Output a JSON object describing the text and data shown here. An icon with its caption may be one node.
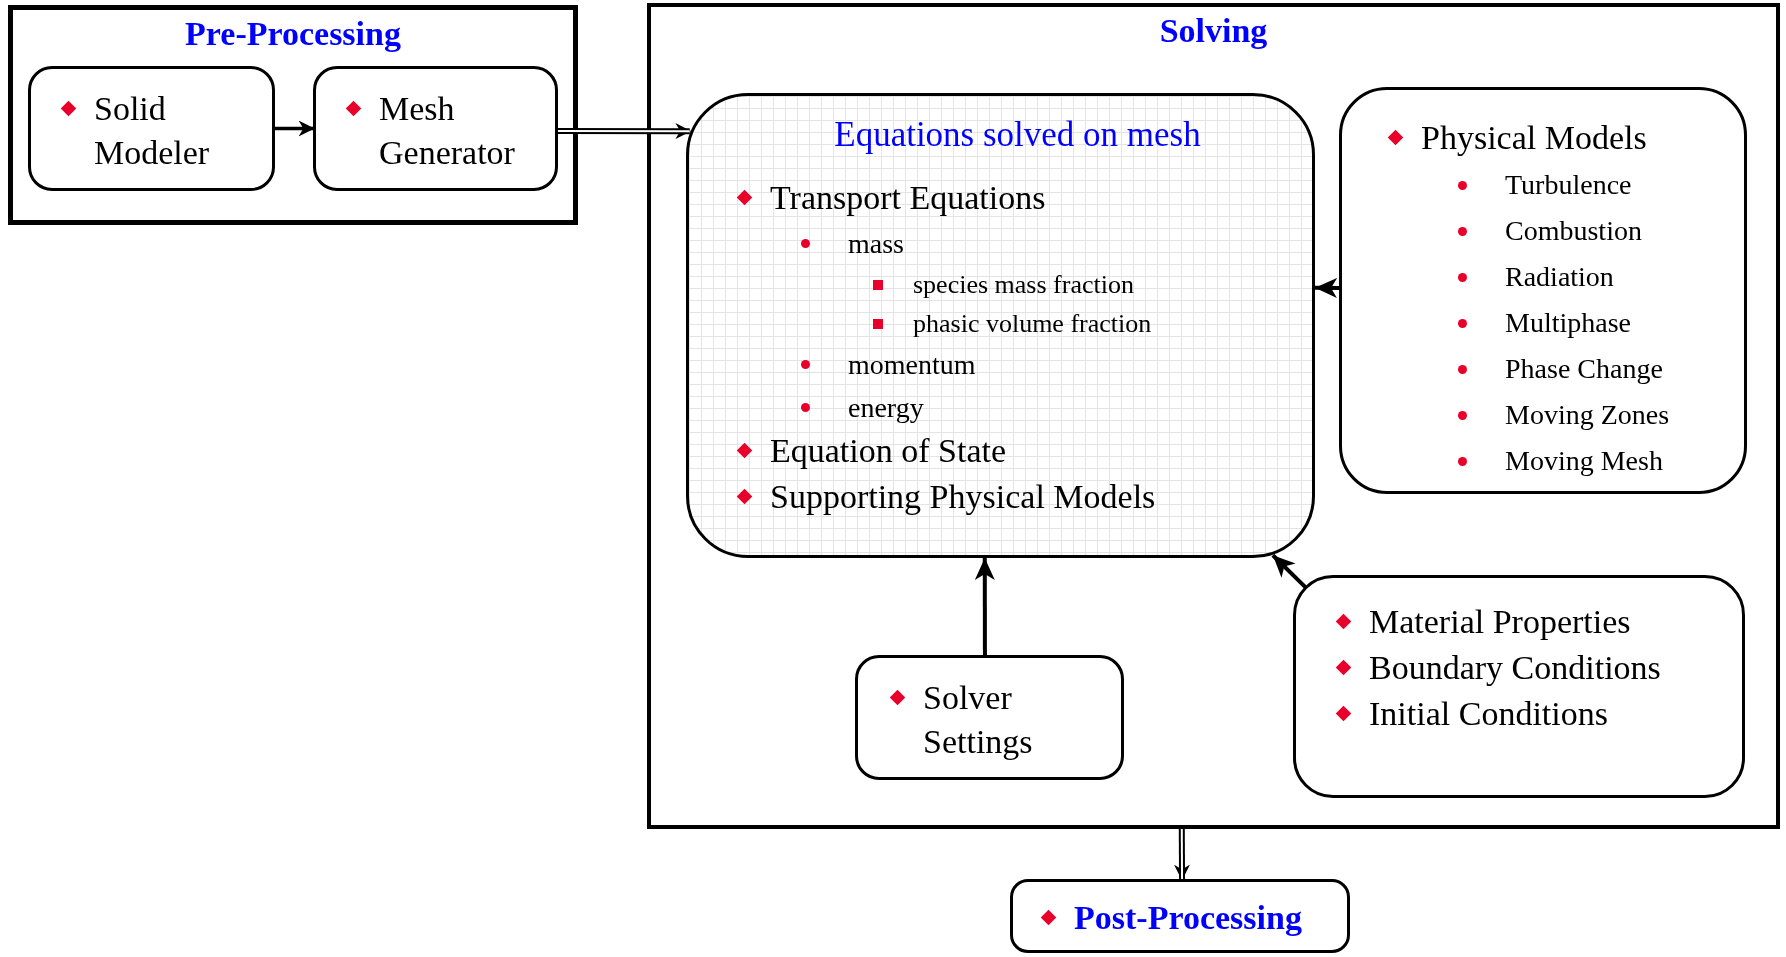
{
  "diagram": {
    "nodes": [
      {
        "text": [
          "Pre-Processing"
        ]
      },
      {
        "text": [
          "Solid Modeler"
        ],
        "in": 0
      },
      {
        "text": [
          "Mesh Generator"
        ],
        "in": 0
      },
      {
        "text": [
          "Solving"
        ]
      },
      {
        "text": [
          "Equations solved on mesh",
          "Transport Equations",
          "mass",
          "species mass fraction",
          "phasic volume fraction",
          "momentum",
          "energy",
          "Equation of State",
          "Supporting Physical Models"
        ],
        "in": 3
      },
      {
        "text": [
          "Physical Models",
          "Turbulence",
          "Combustion",
          "Radiation",
          "Multiphase",
          "Phase Change",
          "Moving Zones",
          "Moving Mesh"
        ],
        "in": 3
      },
      {
        "text": [
          "Solver Settings"
        ],
        "in": 3
      },
      {
        "text": [
          "Material Properties",
          "Boundary Conditions",
          "Initial Conditions"
        ],
        "in": 3
      },
      {
        "text": [
          "Post-Processing"
        ]
      }
    ],
    "edges": [
      {
        "from": 1,
        "to": 2,
        "arrow": "to"
      },
      {
        "from": 2,
        "to": 4,
        "arrow": "to"
      },
      {
        "from": 5,
        "to": 4,
        "arrow": "to"
      },
      {
        "from": 6,
        "to": 4,
        "arrow": "to"
      },
      {
        "from": 7,
        "to": 4,
        "arrow": "to"
      },
      {
        "from": 3,
        "to": 8,
        "arrow": "to"
      }
    ]
  }
}
